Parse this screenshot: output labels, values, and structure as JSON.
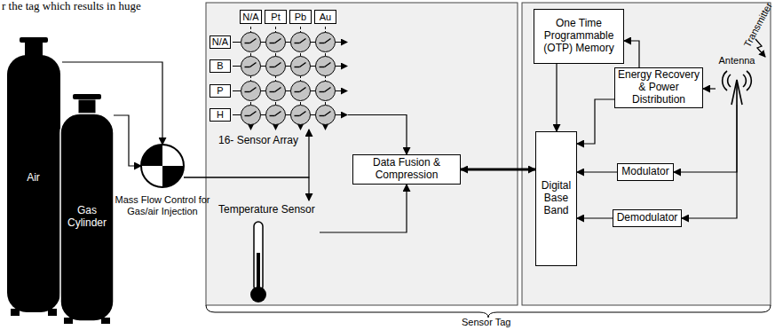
{
  "diagram": {
    "nodes": [
      {
        "text": [
          "Air"
        ]
      },
      {
        "text": [
          "Gas Cylinder"
        ]
      },
      {
        "text": [
          "Mass Flow Control for Gas/air Injection"
        ]
      },
      {
        "text": [
          "N/A"
        ]
      },
      {
        "text": [
          "Pt"
        ]
      },
      {
        "text": [
          "Pb"
        ]
      },
      {
        "text": [
          "Au"
        ]
      },
      {
        "text": [
          "N/A"
        ]
      },
      {
        "text": [
          "B"
        ]
      },
      {
        "text": [
          "P"
        ]
      },
      {
        "text": [
          "H"
        ]
      },
      {
        "text": [
          "16- Sensor Array"
        ]
      },
      {
        "text": [
          "Temperature Sensor"
        ]
      },
      {
        "text": [
          "Data Fusion & Compression"
        ]
      },
      {
        "text": [
          "One Time Programmable (OTP) Memory"
        ]
      },
      {
        "text": [
          "Energy Recovery & Power Distribution"
        ]
      },
      {
        "text": [
          "Digital Base Band"
        ]
      },
      {
        "text": [
          "Modulator"
        ]
      },
      {
        "text": [
          "Demodulator"
        ]
      },
      {
        "text": [
          "Antenna"
        ]
      }
    ],
    "edges": [
      {
        "from": 0,
        "to": 2,
        "arrow": "to"
      },
      {
        "from": 1,
        "to": 2,
        "arrow": "to"
      },
      {
        "from": 2,
        "to": 11,
        "arrow": "to"
      },
      {
        "from": 2,
        "to": 12,
        "arrow": "to"
      },
      {
        "from": 11,
        "to": 13,
        "arrow": "to"
      },
      {
        "from": 12,
        "to": 13,
        "arrow": "to"
      },
      {
        "from": 13,
        "to": 16,
        "arrow": "both"
      },
      {
        "from": 14,
        "to": 16,
        "arrow": "to"
      },
      {
        "from": 15,
        "to": 14,
        "arrow": "to"
      },
      {
        "from": 15,
        "to": 16,
        "arrow": "to"
      },
      {
        "from": 19,
        "to": 15,
        "arrow": "to"
      },
      {
        "from": 19,
        "to": 17,
        "arrow": "to"
      },
      {
        "from": 19,
        "to": 18,
        "arrow": "to"
      },
      {
        "from": 17,
        "to": 16,
        "arrow": "to"
      },
      {
        "from": 18,
        "to": 16,
        "arrow": "to"
      }
    ],
    "labels": [
      "r the tag which results in huge",
      "Transmitter",
      "Sensor Tag"
    ]
  }
}
